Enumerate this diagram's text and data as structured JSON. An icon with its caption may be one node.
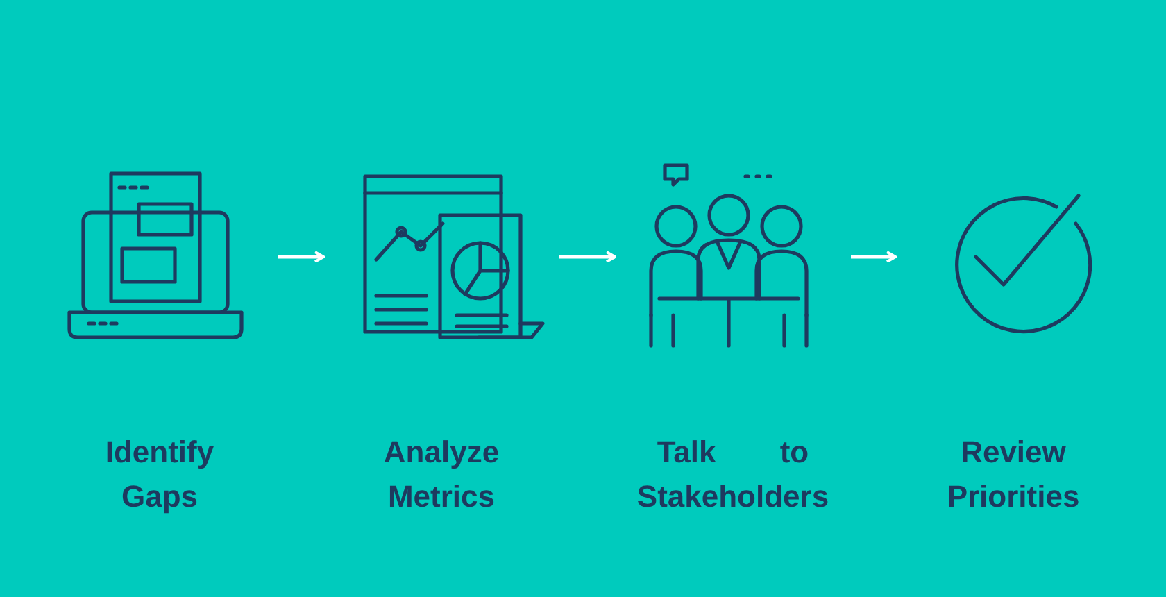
{
  "diagram": {
    "nodes": [
      {
        "text": [
          "Identify Gaps"
        ]
      },
      {
        "text": [
          "Analyze Metrics"
        ]
      },
      {
        "text": [
          "Talk to Stakeholders"
        ]
      },
      {
        "text": [
          "Review Priorities"
        ]
      }
    ],
    "edges": [
      {
        "from": 0,
        "to": 1,
        "arrow": "to"
      },
      {
        "from": 1,
        "to": 2,
        "arrow": "to"
      },
      {
        "from": 2,
        "to": 3,
        "arrow": "to"
      }
    ]
  }
}
